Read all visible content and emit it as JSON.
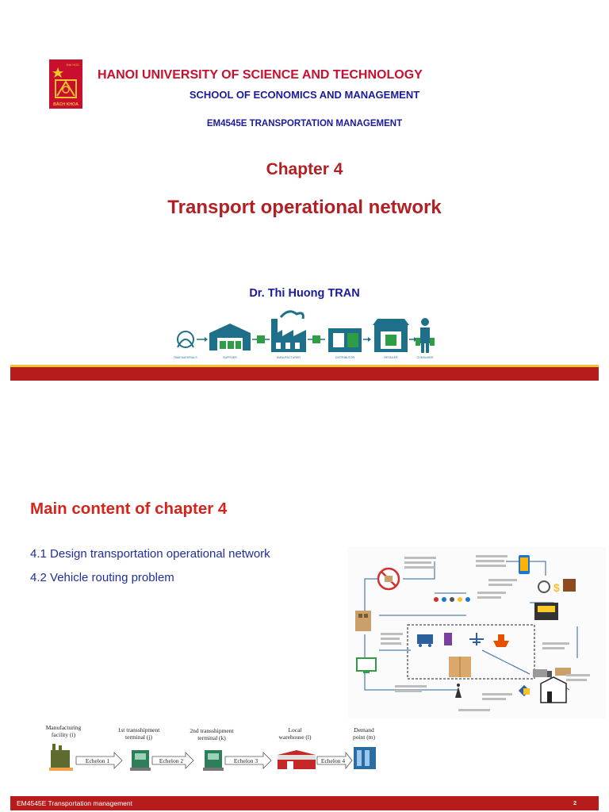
{
  "logo": {
    "top_text": "ĐẠI HỌC",
    "bottom_text": "BÁCH KHOA"
  },
  "header": {
    "university": "HANOI UNIVERSITY OF SCIENCE AND TECHNOLOGY",
    "school": "SCHOOL OF ECONOMICS AND MANAGEMENT",
    "course": "EM4545E TRANSPORTATION MANAGEMENT"
  },
  "cover": {
    "chapter": "Chapter 4",
    "title": "Transport operational network",
    "author": "Dr. Thi Huong TRAN"
  },
  "supply_chain": {
    "labels": [
      "RAW MATERIALS",
      "SUPPLIER",
      "MANUFACTURER",
      "DISTRIBUTOR",
      "RETAILER",
      "CONSUMER"
    ]
  },
  "content": {
    "heading": "Main content of chapter 4",
    "items": [
      "4.1 Design transportation operational network",
      "4.2 Vehicle routing problem"
    ]
  },
  "echelon": {
    "nodes": [
      {
        "line1": "Manufacturing",
        "line2": "facility (i)"
      },
      {
        "line1": "1st transshipment",
        "line2": "terminal (j)"
      },
      {
        "line1": "2nd transshipment",
        "line2": "terminal (k)"
      },
      {
        "line1": "Local",
        "line2": "warehouse (l)"
      },
      {
        "line1": "Demand",
        "line2": "point (m)"
      }
    ],
    "arrows": [
      "Echelon 1",
      "Echelon 2",
      "Echelon 3",
      "Echelon 4"
    ]
  },
  "footer": {
    "text": "EM4545E Transportation management",
    "page": "2"
  },
  "colors": {
    "band": "#b71c1c",
    "band_stripe": "#f2c230",
    "title_red": "#b21f24",
    "heading_red": "#d5241c",
    "navy": "#1a1a9c",
    "icon_teal": "#1e6f8a",
    "icon_green": "#2e9d45"
  }
}
